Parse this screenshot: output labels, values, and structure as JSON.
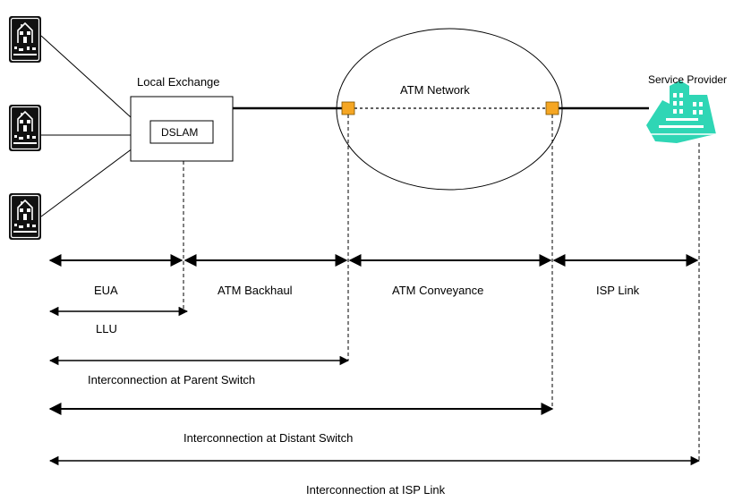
{
  "nodes": {
    "local_exchange": "Local Exchange",
    "dslam": "DSLAM",
    "atm_network": "ATM Network",
    "service_provider": "Service Provider"
  },
  "segments": {
    "eua": "EUA",
    "atm_backhaul": "ATM Backhaul",
    "atm_conveyance": "ATM Conveyance",
    "isp_link": "ISP Link"
  },
  "spans": {
    "llu": "LLU",
    "parent_switch": "Interconnection at Parent Switch",
    "distant_switch": "Interconnection at Distant Switch",
    "isp_link": "Interconnection at ISP Link"
  },
  "colors": {
    "switch_node": "#f5a623",
    "provider_building": "#2fd6b5",
    "house": "#111111"
  },
  "icons": [
    "house-icon",
    "house-icon",
    "house-icon",
    "building-icon"
  ]
}
